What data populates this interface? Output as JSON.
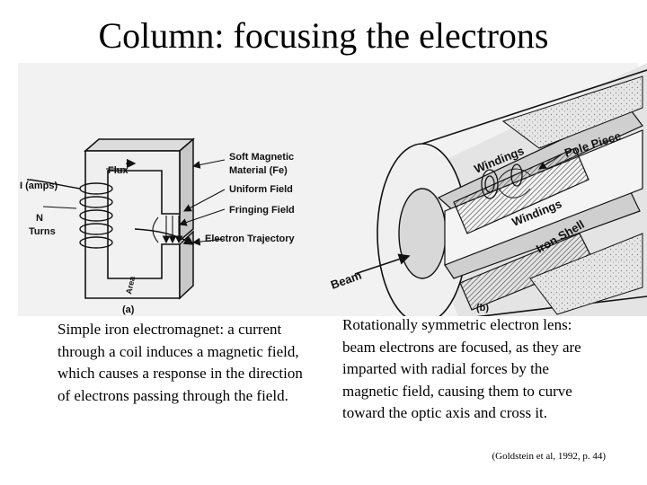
{
  "slide": {
    "title": "Column: focusing the electrons",
    "citation": "(Goldstein et al, 1992, p. 44)"
  },
  "figure_a": {
    "caption_letter": "(a)",
    "labels": {
      "current": "I (amps)",
      "n": "N",
      "turns": "Turns",
      "flux": "Flux",
      "soft_magnetic_1": "Soft Magnetic",
      "soft_magnetic_2": "Material (Fe)",
      "uniform_field": "Uniform Field",
      "fringing_field": "Fringing Field",
      "electron_trajectory": "Electron Trajectory",
      "area": "Area"
    },
    "text": "Simple iron electromagnet: a current through a coil induces a magnetic field, which causes a response in the direction of electrons passing through the field."
  },
  "figure_b": {
    "caption_letter": "(b)",
    "labels": {
      "windings_top": "Windings",
      "windings_bottom": "Windings",
      "pole_piece": "Pole Piece",
      "iron_shell": "Iron Shell",
      "beam": "Beam"
    },
    "text": "Rotationally symmetric electron lens: beam electrons are focused, as they are imparted with radial forces by the magnetic field, causing them to curve toward the optic axis and cross it."
  }
}
